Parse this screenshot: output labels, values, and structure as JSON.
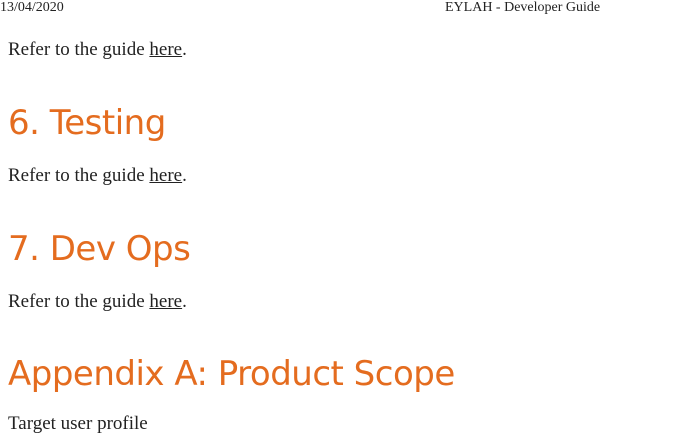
{
  "print_header": {
    "date": "13/04/2020",
    "title": "EYLAH - Developer Guide"
  },
  "colors": {
    "heading": "#e46c1f",
    "text": "#222222"
  },
  "sections": [
    {
      "paragraph": {
        "before": "Refer to the guide ",
        "link": "here",
        "after": "."
      }
    },
    {
      "heading": "6. Testing",
      "paragraph": {
        "before": "Refer to the guide ",
        "link": "here",
        "after": "."
      }
    },
    {
      "heading": "7. Dev Ops",
      "paragraph": {
        "before": "Refer to the guide ",
        "link": "here",
        "after": "."
      }
    },
    {
      "heading": "Appendix A: Product Scope",
      "paragraph_partial": "Target user profile"
    }
  ]
}
